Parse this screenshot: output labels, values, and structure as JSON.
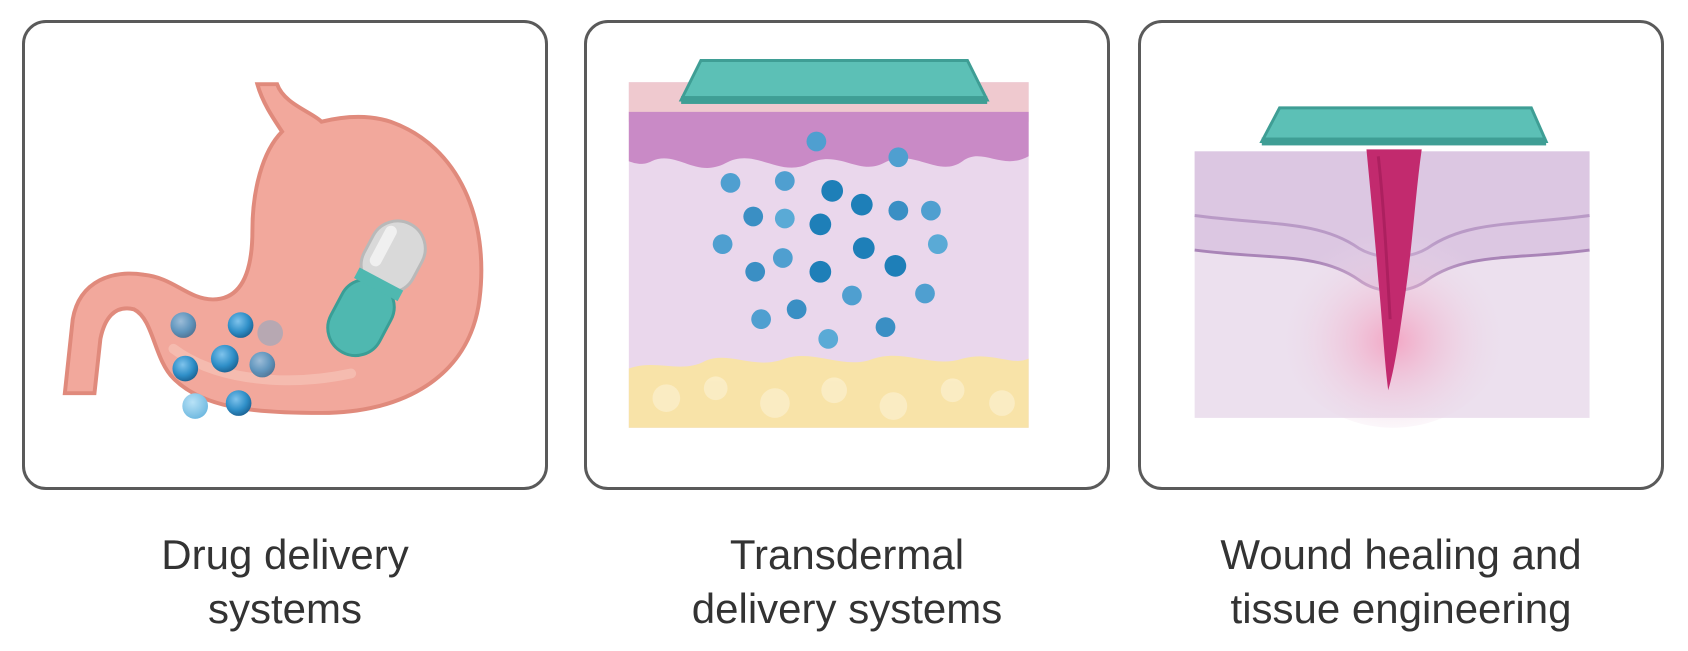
{
  "panels": [
    {
      "id": "drug-delivery",
      "caption": [
        "Drug delivery",
        "systems"
      ],
      "icon": "stomach-capsule-illustration"
    },
    {
      "id": "transdermal",
      "caption": [
        "Transdermal",
        "delivery systems"
      ],
      "icon": "skin-patch-illustration"
    },
    {
      "id": "wound-healing",
      "caption": [
        "Wound healing and",
        "tissue engineering"
      ],
      "icon": "wound-dressing-illustration"
    }
  ],
  "colors": {
    "stomach": "#f2a89c",
    "stomach_outline": "#e08a7c",
    "capsule_top": "#d9d9d9",
    "capsule_bottom": "#4fb8b0",
    "particle": "#1e7fb8",
    "patch": "#5cc0b6",
    "dermis": "#ead7ec",
    "epidermis": "#c98ac6",
    "fat": "#f8e3a8",
    "wound": "#c22a6e"
  }
}
